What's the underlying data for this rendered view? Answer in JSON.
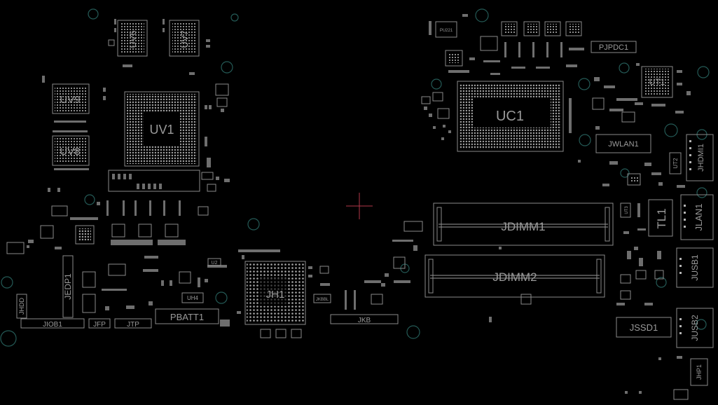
{
  "board": {
    "background": "#000000",
    "outline_color": "#8a8a8a",
    "label_color": "#9a9a9a",
    "hole_color": "#245a56",
    "cursor_color": "#b3384a"
  },
  "labels": {
    "uv6": "UV6",
    "uv7": "UV7",
    "uv9": "UV9",
    "uv1": "UV1",
    "uv8": "UV8",
    "pu221": "PU221",
    "uc1": "UC1",
    "pjpdc1": "PJPDC1",
    "ut1": "UT1",
    "jwlan1": "JWLAN1",
    "ut2": "UT2",
    "jhdmi1": "JHDMI1",
    "tl1": "TL1",
    "ut3": "UT3",
    "jlan1": "JLAN1",
    "jdimm1": "JDIMM1",
    "jdimm2": "JDIMM2",
    "jusb1": "JUSB1",
    "jusb2": "JUSB2",
    "jssd1": "JSSD1",
    "jhp1": "JHP1",
    "jh1": "JH1",
    "jkb": "JKB",
    "jkbl": "JKBBL",
    "u2": "U2",
    "uh4": "UH4",
    "pbatt1": "PBATT1",
    "jiob1": "JIOB1",
    "jfp": "JFP",
    "jtp": "JTP",
    "jedp1": "JEDP1",
    "jhdd": "JHDD"
  }
}
